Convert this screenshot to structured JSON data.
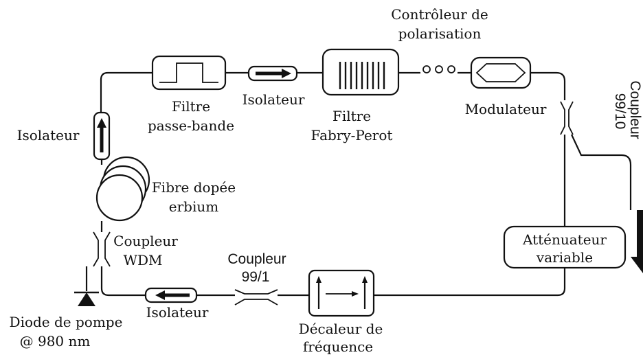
{
  "components": {
    "bandpass_filter": {
      "label_line1": "Filtre",
      "label_line2": "passe-bande"
    },
    "isolator_top": {
      "label": "Isolateur"
    },
    "fabry_perot_filter": {
      "label_line1": "Filtre",
      "label_line2": "Fabry-Perot"
    },
    "polarization_controller": {
      "label_line1": "Contrôleur de",
      "label_line2": "polarisation"
    },
    "modulator": {
      "label": "Modulateur"
    },
    "output_coupler": {
      "label_line1": "Coupleur",
      "label_line2": "99/10"
    },
    "isolator_left": {
      "label": "Isolateur"
    },
    "erbium_fiber": {
      "label_line1": "Fibre dopée",
      "label_line2": "erbium"
    },
    "wdm_coupler": {
      "label_line1": "Coupleur",
      "label_line2": "WDM"
    },
    "pump_diode": {
      "label_line1": "Diode de pompe",
      "label_line2": "@ 980 nm"
    },
    "isolator_bottom": {
      "label": "Isolateur"
    },
    "coupler_99_1": {
      "label_line1": "Coupleur",
      "label_line2": "99/1"
    },
    "frequency_shifter": {
      "label_line1": "Décaleur de",
      "label_line2": "fréquence"
    },
    "variable_attenuator": {
      "label_line1": "Atténuateur",
      "label_line2": "variable"
    }
  }
}
